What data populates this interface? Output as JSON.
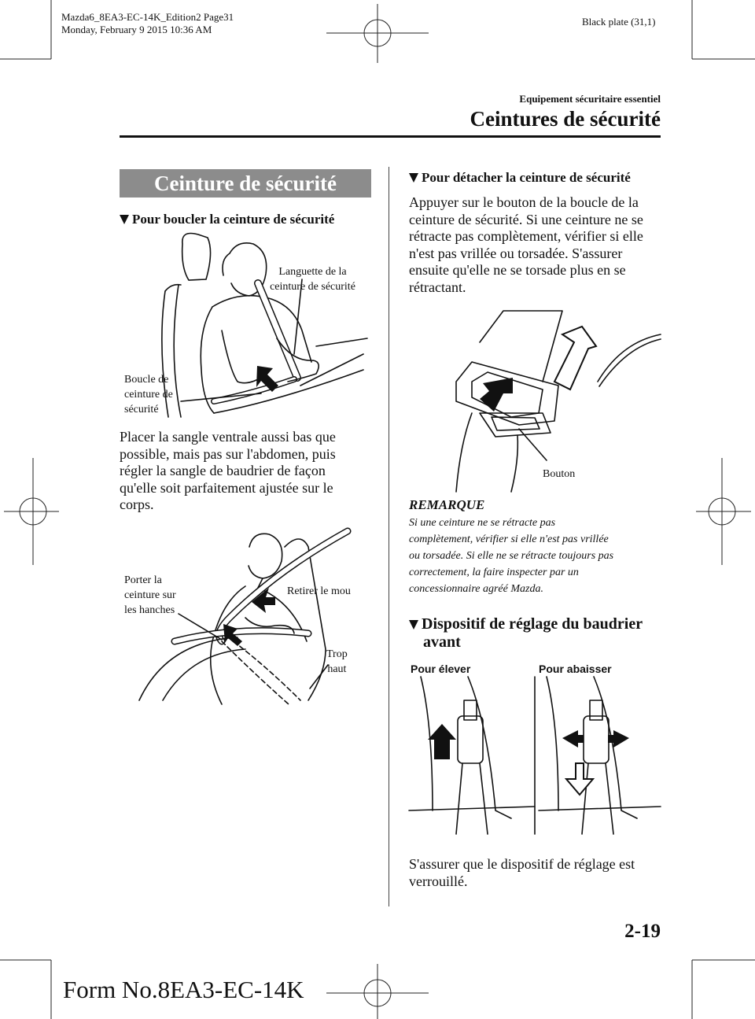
{
  "print_meta": {
    "file_line": "Mazda6_8EA3-EC-14K_Edition2 Page31",
    "date_line": "Monday, February 9 2015 10:36 AM",
    "plate": "Black plate (31,1)"
  },
  "header": {
    "section": "Equipement sécuritaire essentiel",
    "chapter": "Ceintures de sécurité"
  },
  "left": {
    "banner": "Ceinture de sécurité",
    "heading": "Pour boucler la ceinture de sécurité",
    "fig1_labels": {
      "tongue": [
        "Languette de la",
        "ceinture de sécurité"
      ],
      "buckle": [
        "Boucle de",
        "ceinture de",
        "sécurité"
      ]
    },
    "paragraph": [
      "Placer la sangle ventrale aussi bas que",
      "possible, mais pas sur l'abdomen, puis",
      "régler la sangle de baudrier de façon",
      "qu'elle soit parfaitement ajustée sur le",
      "corps."
    ],
    "fig2_labels": {
      "hips": [
        "Porter la",
        "ceinture sur",
        "les hanches"
      ],
      "slack": "Retirer le mou",
      "high": [
        "Trop",
        "haut"
      ]
    }
  },
  "right": {
    "heading": "Pour détacher la ceinture de sécurité",
    "paragraph": [
      "Appuyer sur le bouton de la boucle de la",
      "ceinture de sécurité. Si une ceinture ne se",
      "rétracte pas complètement, vérifier si elle",
      "n'est pas vrillée ou torsadée. S'assurer",
      "ensuite qu'elle ne se torsade plus en se",
      "rétractant."
    ],
    "fig3_label": "Bouton",
    "note_title": "REMARQUE",
    "note_lines": [
      "Si une ceinture ne se rétracte pas",
      "complètement, vérifier si elle n'est pas vrillée",
      "ou torsadée. Si elle ne se rétracte toujours pas",
      "correctement, la faire inspecter par un",
      "concessionnaire agréé Mazda."
    ],
    "heading2": [
      "Dispositif de réglage du baudrier",
      "avant"
    ],
    "fig4_labels": {
      "raise": "Pour élever",
      "lower": "Pour abaisser"
    },
    "final": [
      "S'assurer que le dispositif de réglage est",
      "verrouillé."
    ]
  },
  "footer": {
    "page_number": "2-19",
    "form_number": "Form No.8EA3-EC-14K"
  }
}
